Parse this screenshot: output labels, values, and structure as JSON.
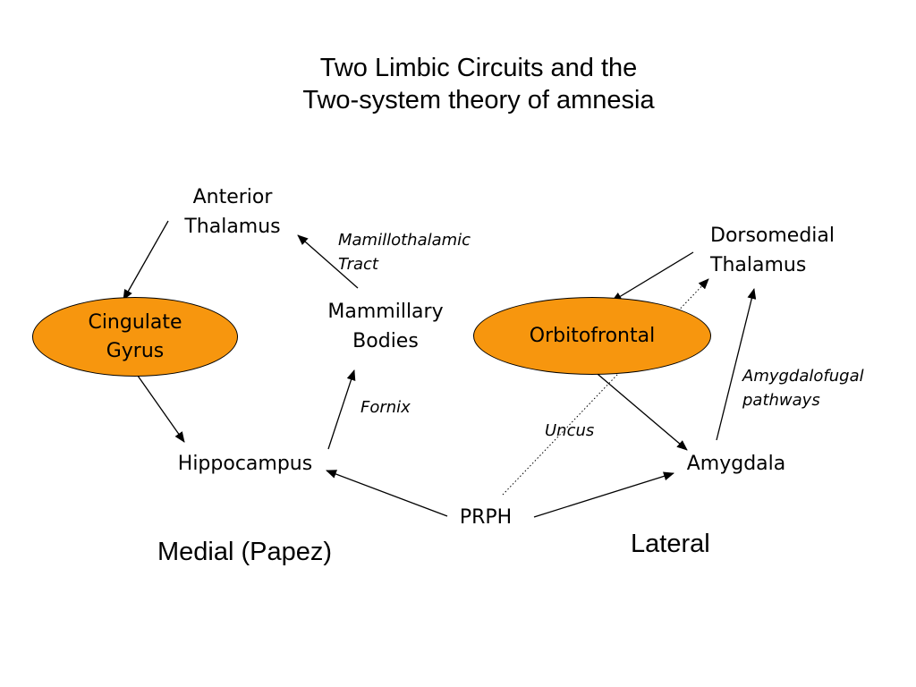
{
  "title": {
    "line1": "Two Limbic Circuits and the",
    "line2": "Two-system theory of amnesia"
  },
  "nodes": {
    "anterior_thalamus": [
      "Anterior",
      "Thalamus"
    ],
    "cingulate_gyrus": [
      "Cingulate",
      "Gyrus"
    ],
    "mammillary_bodies": [
      "Mammillary",
      "Bodies"
    ],
    "hippocampus": "Hippocampus",
    "prph": "PRPH",
    "amygdala": "Amygdala",
    "orbitofrontal": "Orbitofrontal",
    "dorsomedial_thalamus": [
      "Dorsomedial",
      "Thalamus"
    ]
  },
  "edge_labels": {
    "mamillothalamic_tract": [
      "Mamillothalamic",
      "Tract"
    ],
    "fornix": "Fornix",
    "uncus": "Uncus",
    "amygdalofugal_pathways": [
      "Amygdalofugal",
      "pathways"
    ]
  },
  "captions": {
    "medial": "Medial (Papez)",
    "lateral": "Lateral"
  },
  "colors": {
    "oval_fill": "#f7960e",
    "line": "#000000"
  }
}
